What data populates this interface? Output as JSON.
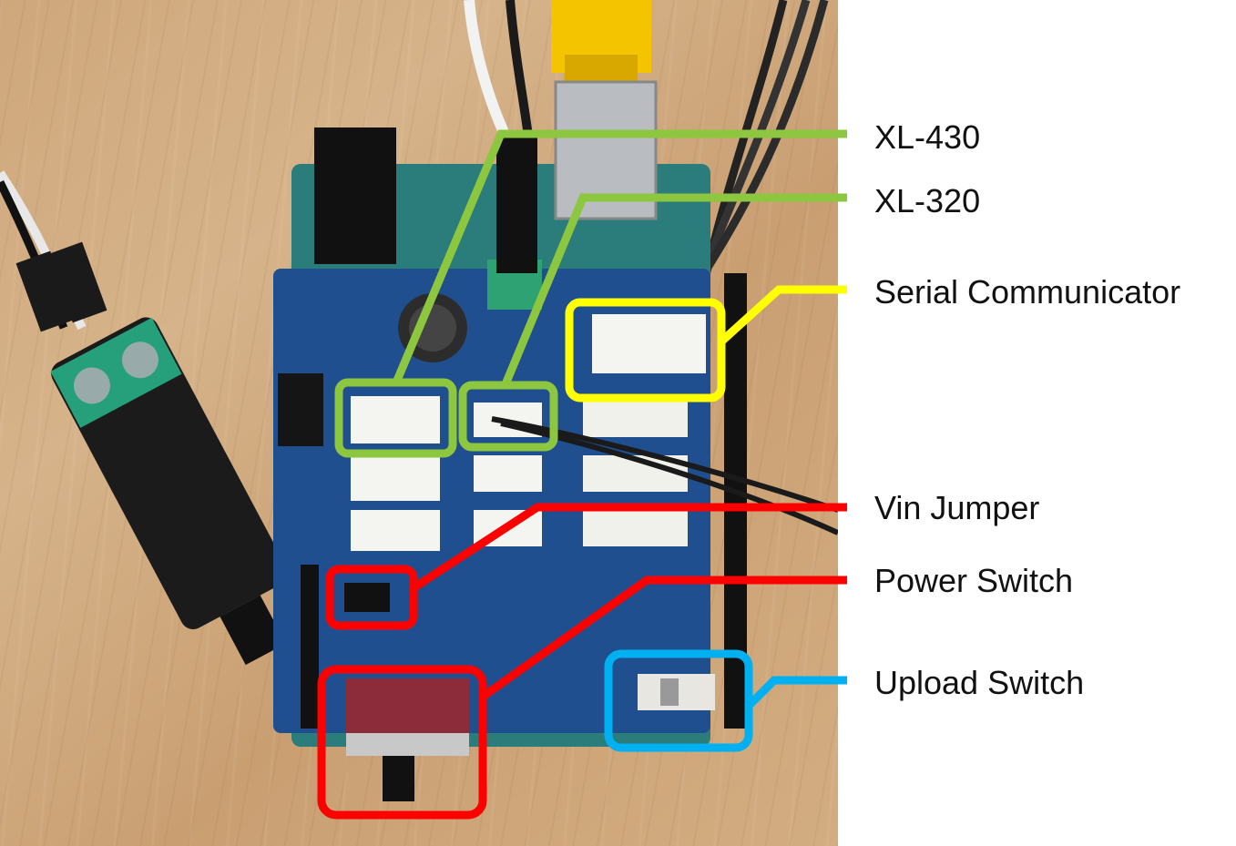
{
  "labels": {
    "xl430": "XL-430",
    "xl320": "XL-320",
    "serial": "Serial Communicator",
    "vin": "Vin Jumper",
    "power": "Power Switch",
    "upload": "Upload Switch"
  },
  "colors": {
    "green": "#8dc63f",
    "yellow": "#ffff00",
    "red": "#ff0000",
    "blue": "#00b0f0",
    "board_blue": "#1f4f8f",
    "arduino_teal": "#2a7d7b",
    "wood": "#cfa77c"
  }
}
